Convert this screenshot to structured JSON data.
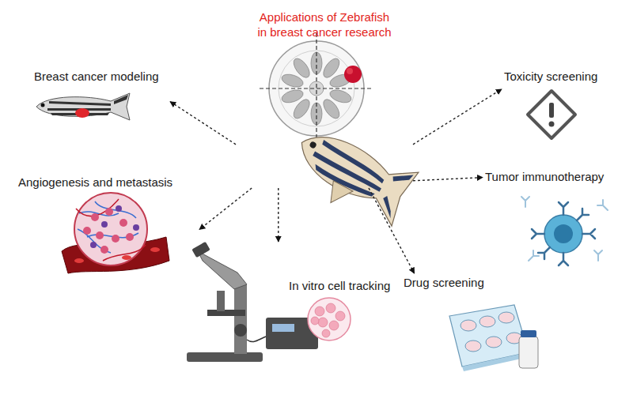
{
  "diagram": {
    "nodes": [
      {
        "text": [
          "Applications of Zebrafish in breast cancer research"
        ]
      },
      {
        "text": [
          "Breast cancer modeling"
        ]
      },
      {
        "text": [
          "Toxicity screening"
        ]
      },
      {
        "text": [
          "Angiogenesis and metastasis"
        ]
      },
      {
        "text": [
          "Tumor immunotherapy"
        ]
      },
      {
        "text": [
          "In vitro cell tracking"
        ]
      },
      {
        "text": [
          "Drug screening"
        ]
      }
    ],
    "edges": [
      {
        "from": 0,
        "to": 1,
        "arrow": "to"
      },
      {
        "from": 0,
        "to": 2,
        "arrow": "to"
      },
      {
        "from": 0,
        "to": 3,
        "arrow": "to"
      },
      {
        "from": 0,
        "to": 4,
        "arrow": "to"
      },
      {
        "from": 0,
        "to": 5,
        "arrow": "to"
      },
      {
        "from": 0,
        "to": 6,
        "arrow": "to"
      }
    ]
  }
}
